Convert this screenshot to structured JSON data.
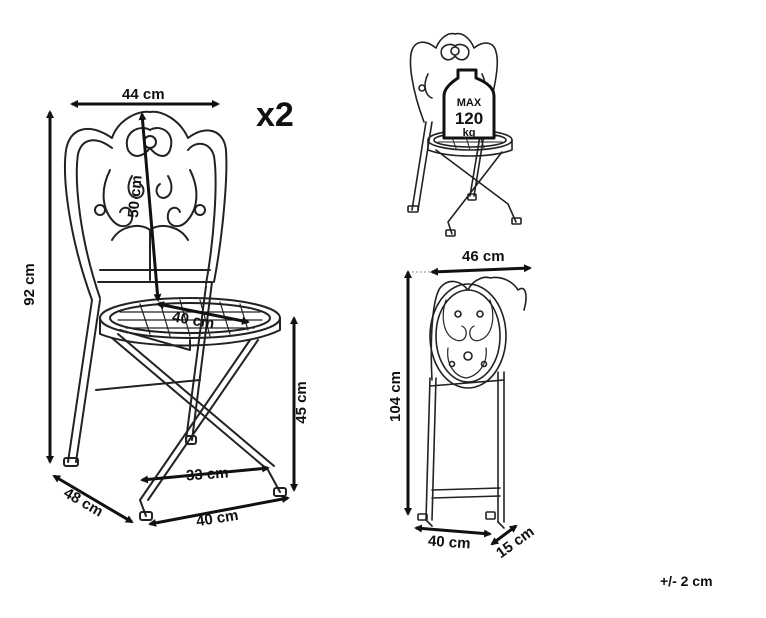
{
  "quantity": "x2",
  "tolerance": "+/- 2 cm",
  "chair_open": {
    "width": "44 cm",
    "height": "92 cm",
    "backrest_height": "50 cm",
    "seat_diameter": "40 cm",
    "seat_height": "45 cm",
    "leg_span": "33 cm",
    "depth": "48 cm",
    "base_width": "40 cm"
  },
  "chair_folded": {
    "width": "46 cm",
    "height": "104 cm",
    "base_width": "40 cm",
    "thickness": "15 cm"
  },
  "max_load": {
    "label": "MAX",
    "value": "120",
    "unit": "kg"
  }
}
